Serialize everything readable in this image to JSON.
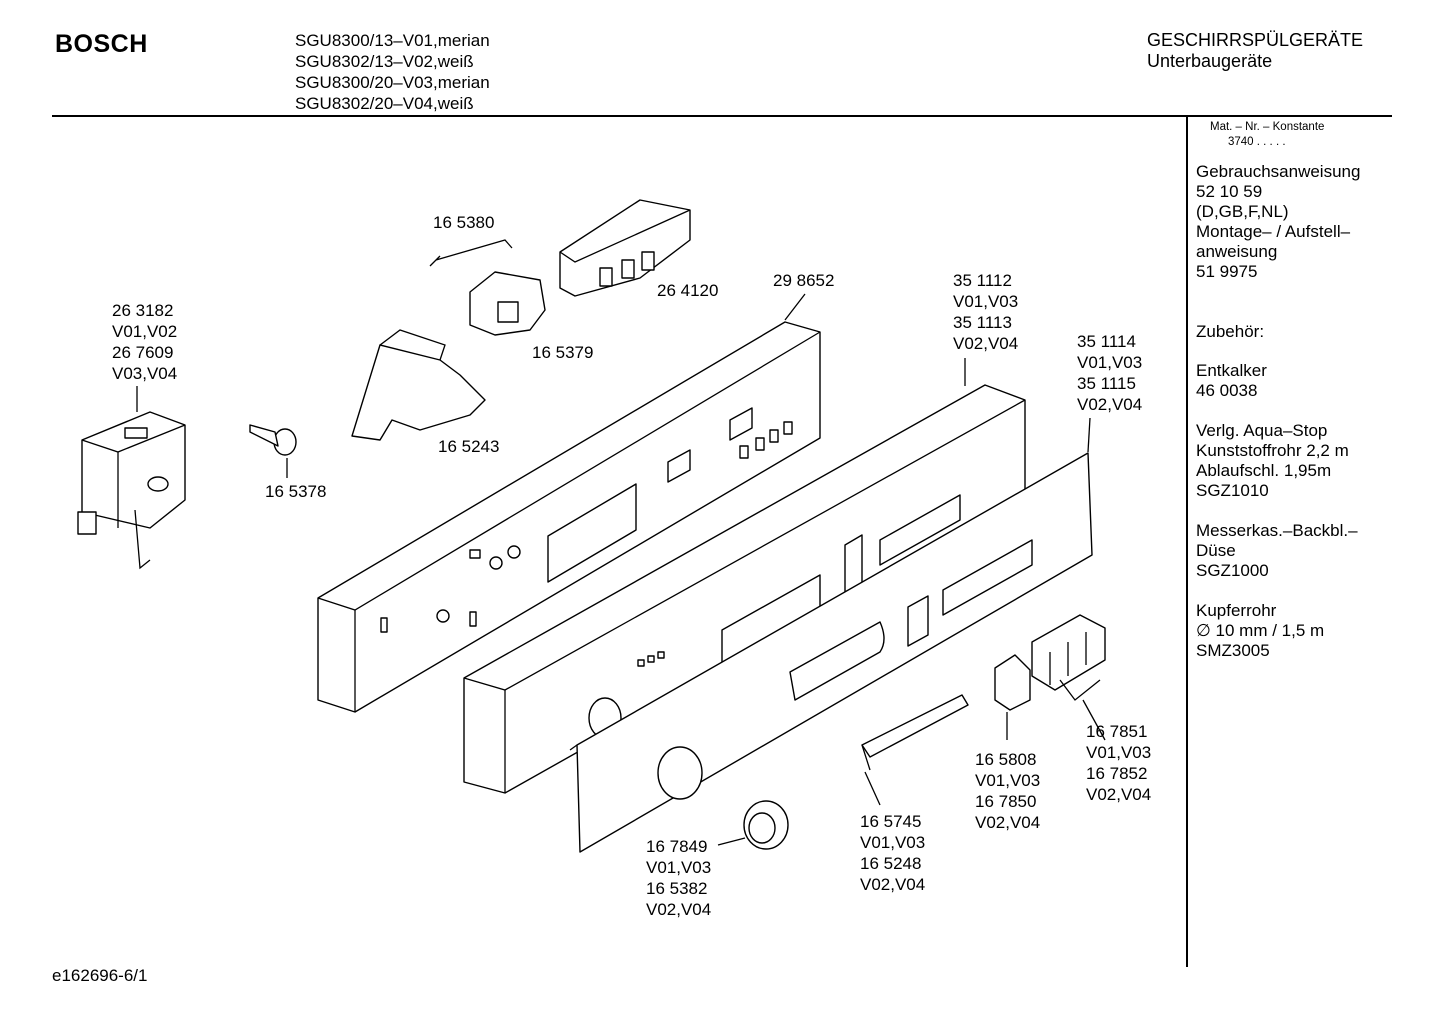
{
  "header": {
    "brand": "BOSCH",
    "models": [
      "SGU8300/13–V01,merian",
      "SGU8302/13–V02,weiß",
      "SGU8300/20–V03,merian",
      "SGU8302/20–V04,weiß"
    ],
    "category": "GESCHIRRSPÜLGERÄTE",
    "subcategory": "Unterbaugeräte"
  },
  "sidebar": {
    "mat_label": "Mat. – Nr. – Konstante",
    "mat_value": "3740  .   .   .   .   .",
    "blocks": [
      [
        "Gebrauchsanweisung",
        "52 10 59",
        "(D,GB,F,NL)",
        "Montage– / Aufstell–",
        "anweisung",
        "51 9975"
      ],
      [
        "Zubehör:"
      ],
      [
        "Entkalker",
        "46 0038"
      ],
      [
        "Verlg. Aqua–Stop",
        "Kunststoffrohr 2,2 m",
        "Ablaufschl. 1,95m",
        "SGZ1010"
      ],
      [
        "Messerkas.–Backbl.–",
        "Düse",
        "SGZ1000"
      ],
      [
        "Kupferrohr",
        "∅ 10 mm / 1,5 m",
        "SMZ3005"
      ]
    ]
  },
  "parts": [
    {
      "id": "p1",
      "lines": [
        "26 3182",
        "V01,V02",
        "26 7609",
        "V03,V04"
      ]
    },
    {
      "id": "p2",
      "lines": [
        "16 5380"
      ]
    },
    {
      "id": "p3",
      "lines": [
        "26 4120"
      ]
    },
    {
      "id": "p4",
      "lines": [
        "16 5379"
      ]
    },
    {
      "id": "p5",
      "lines": [
        "29 8652"
      ]
    },
    {
      "id": "p6",
      "lines": [
        "35 1112",
        "V01,V03",
        "35 1113",
        "V02,V04"
      ]
    },
    {
      "id": "p7",
      "lines": [
        "35 1114",
        "V01,V03",
        "35 1115",
        "V02,V04"
      ]
    },
    {
      "id": "p8",
      "lines": [
        "16 5243"
      ]
    },
    {
      "id": "p9",
      "lines": [
        "16 5378"
      ]
    },
    {
      "id": "p10",
      "lines": [
        "16 5808",
        "V01,V03",
        "16 7850",
        "V02,V04"
      ]
    },
    {
      "id": "p11",
      "lines": [
        "16 7851",
        "V01,V03",
        "16 7852",
        "V02,V04"
      ]
    },
    {
      "id": "p12",
      "lines": [
        "16 5745",
        "V01,V03",
        "16 5248",
        "V02,V04"
      ]
    },
    {
      "id": "p13",
      "lines": [
        "16 7849",
        "V01,V03",
        "16 5382",
        "V02,V04"
      ]
    }
  ],
  "footer": {
    "code": "e162696-6/1"
  }
}
